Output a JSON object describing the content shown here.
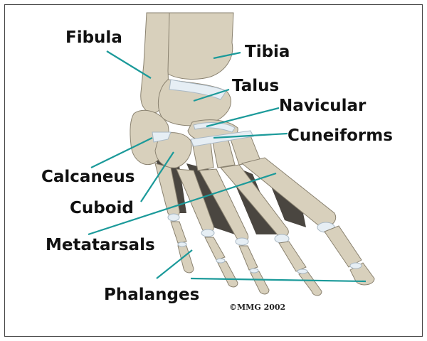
{
  "labels": {
    "fibula": "Fibula",
    "tibia": "Tibia",
    "talus": "Talus",
    "navicular": "Navicular",
    "cuneiforms": "Cuneiforms",
    "calcaneus": "Calcaneus",
    "cuboid": "Cuboid",
    "metatarsals": "Metatarsals",
    "phalanges": "Phalanges"
  },
  "copyright": "©MMG 2002",
  "colors": {
    "leader_line": "#1b9a9a",
    "bone": "#d8d0bc",
    "cartilage": "#e6eef4",
    "frame": "#444444"
  }
}
